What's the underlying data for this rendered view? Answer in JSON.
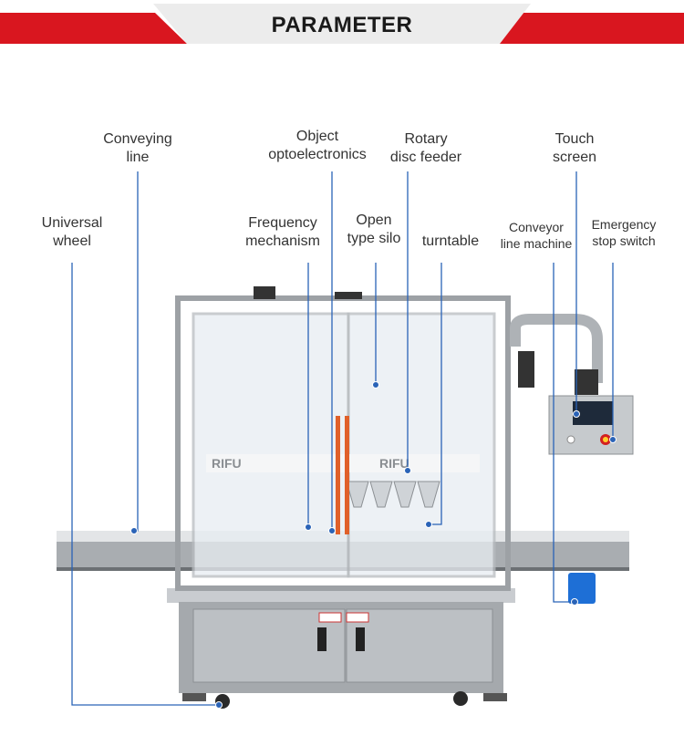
{
  "header": {
    "title": "PARAMETER",
    "accent_color": "#d9161f"
  },
  "callouts": {
    "conveying_line": [
      "Conveying",
      "line"
    ],
    "universal_wheel": [
      "Universal",
      "wheel"
    ],
    "object_optoelectronics": [
      "Object",
      "optoelectronics"
    ],
    "frequency_mechanism": [
      "Frequency",
      "mechanism"
    ],
    "rotary_disc_feeder": [
      "Rotary",
      "disc feeder"
    ],
    "open_type_silo": [
      "Open",
      "type silo"
    ],
    "turntable": [
      "turntable"
    ],
    "touch_screen": [
      "Touch",
      "screen"
    ],
    "conveyor_line_machine": [
      "Conveyor",
      "line machine"
    ],
    "emergency_stop_switch": [
      "Emergency",
      "stop switch"
    ]
  },
  "machine": {
    "brand_logo": "RIFU"
  },
  "colors": {
    "line": "#2a63b7",
    "steel": "#b8bcc0"
  }
}
